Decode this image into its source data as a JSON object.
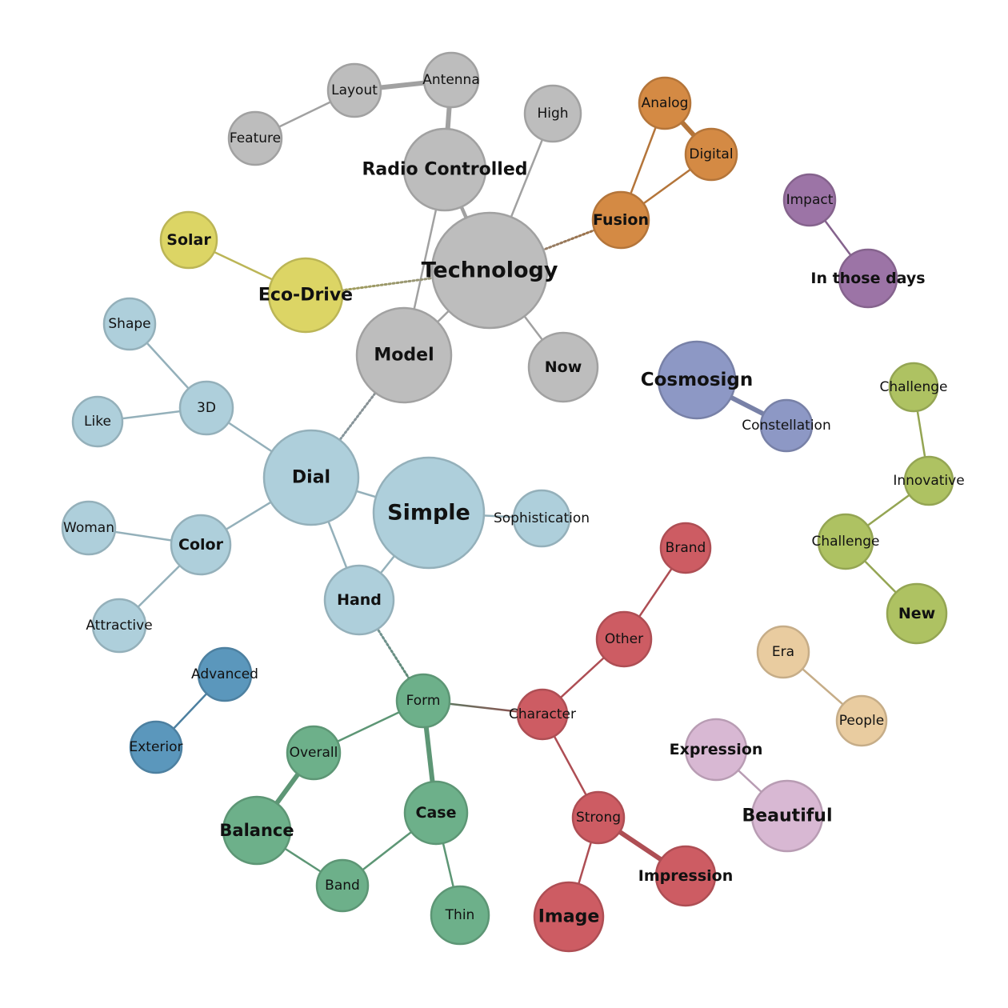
{
  "title": "",
  "colors": {
    "Technology": "#bdbdbd",
    "Dial": "#aecfdb",
    "Form": "#6db08a",
    "Character": "#cd5c63",
    "Fusion": "#d48a44",
    "Eco-Drive": "#dcd565",
    "Impact": "#9c74a6",
    "Cosmosign": "#8d98c5",
    "Innovative": "#aec262",
    "Advanced": "#5b97bc",
    "Era": "#e9cca0",
    "Beautiful": "#d8b8d3"
  },
  "network": {
    "nodes": [
      {
        "id": "technology",
        "label": "Technology",
        "group": "Technology",
        "level": "xl"
      },
      {
        "id": "radio",
        "label": "Radio Controlled",
        "group": "Technology",
        "level": "l"
      },
      {
        "id": "model",
        "label": "Model",
        "group": "Technology",
        "level": "l"
      },
      {
        "id": "now",
        "label": "Now",
        "group": "Technology",
        "level": "m"
      },
      {
        "id": "high",
        "label": "High",
        "group": "Technology",
        "level": "s"
      },
      {
        "id": "antenna",
        "label": "Antenna",
        "group": "Technology",
        "level": "s"
      },
      {
        "id": "layout",
        "label": "Layout",
        "group": "Technology",
        "level": "s"
      },
      {
        "id": "feature",
        "label": "Feature",
        "group": "Technology",
        "level": "s"
      },
      {
        "id": "fusion",
        "label": "Fusion",
        "group": "Fusion",
        "level": "m"
      },
      {
        "id": "analog",
        "label": "Analog",
        "group": "Fusion",
        "level": "s"
      },
      {
        "id": "digital",
        "label": "Digital",
        "group": "Fusion",
        "level": "s"
      },
      {
        "id": "ecodrive",
        "label": "Eco-Drive",
        "group": "Eco-Drive",
        "level": "l"
      },
      {
        "id": "solar",
        "label": "Solar",
        "group": "Eco-Drive",
        "level": "m"
      },
      {
        "id": "impact",
        "label": "Impact",
        "group": "Impact",
        "level": "s"
      },
      {
        "id": "inthosedays",
        "label": "In those days",
        "group": "Impact",
        "level": "m"
      },
      {
        "id": "cosmosign",
        "label": "Cosmosign",
        "group": "Cosmosign",
        "level": "l"
      },
      {
        "id": "constellation",
        "label": "Constellation",
        "group": "Cosmosign",
        "level": "s"
      },
      {
        "id": "challenge1",
        "label": "Challenge",
        "group": "Innovative",
        "level": "s"
      },
      {
        "id": "innovative",
        "label": "Innovative",
        "group": "Innovative",
        "level": "s"
      },
      {
        "id": "challenge2",
        "label": "Challenge",
        "group": "Innovative",
        "level": "s"
      },
      {
        "id": "new",
        "label": "New",
        "group": "Innovative",
        "level": "m"
      },
      {
        "id": "dial",
        "label": "Dial",
        "group": "Dial",
        "level": "l"
      },
      {
        "id": "simple",
        "label": "Simple",
        "group": "Dial",
        "level": "xl"
      },
      {
        "id": "sophistication",
        "label": "Sophistication",
        "group": "Dial",
        "level": "s"
      },
      {
        "id": "shape",
        "label": "Shape",
        "group": "Dial",
        "level": "s"
      },
      {
        "id": "threed",
        "label": "3D",
        "group": "Dial",
        "level": "s"
      },
      {
        "id": "like",
        "label": "Like",
        "group": "Dial",
        "level": "s"
      },
      {
        "id": "woman",
        "label": "Woman",
        "group": "Dial",
        "level": "s"
      },
      {
        "id": "color",
        "label": "Color",
        "group": "Dial",
        "level": "m"
      },
      {
        "id": "attractive",
        "label": "Attractive",
        "group": "Dial",
        "level": "s"
      },
      {
        "id": "hand",
        "label": "Hand",
        "group": "Dial",
        "level": "m"
      },
      {
        "id": "advanced",
        "label": "Advanced",
        "group": "Advanced",
        "level": "s"
      },
      {
        "id": "exterior",
        "label": "Exterior",
        "group": "Advanced",
        "level": "s"
      },
      {
        "id": "form",
        "label": "Form",
        "group": "Form",
        "level": "s"
      },
      {
        "id": "overall",
        "label": "Overall",
        "group": "Form",
        "level": "s"
      },
      {
        "id": "balance",
        "label": "Balance",
        "group": "Form",
        "level": "l"
      },
      {
        "id": "case",
        "label": "Case",
        "group": "Form",
        "level": "m"
      },
      {
        "id": "band",
        "label": "Band",
        "group": "Form",
        "level": "s"
      },
      {
        "id": "thin",
        "label": "Thin",
        "group": "Form",
        "level": "s"
      },
      {
        "id": "character",
        "label": "Character",
        "group": "Character",
        "level": "s"
      },
      {
        "id": "other",
        "label": "Other",
        "group": "Character",
        "level": "s"
      },
      {
        "id": "brand",
        "label": "Brand",
        "group": "Character",
        "level": "s"
      },
      {
        "id": "strong",
        "label": "Strong",
        "group": "Character",
        "level": "s"
      },
      {
        "id": "image",
        "label": "Image",
        "group": "Character",
        "level": "l"
      },
      {
        "id": "impression",
        "label": "Impression",
        "group": "Character",
        "level": "m"
      },
      {
        "id": "era",
        "label": "Era",
        "group": "Era",
        "level": "s"
      },
      {
        "id": "people",
        "label": "People",
        "group": "Era",
        "level": "s"
      },
      {
        "id": "expression",
        "label": "Expression",
        "group": "Beautiful",
        "level": "m"
      },
      {
        "id": "beautiful",
        "label": "Beautiful",
        "group": "Beautiful",
        "level": "l"
      }
    ],
    "edges": [
      {
        "source": "layout",
        "target": "antenna",
        "weight": 3
      },
      {
        "source": "feature",
        "target": "layout",
        "weight": 1
      },
      {
        "source": "antenna",
        "target": "radio",
        "weight": 3
      },
      {
        "source": "radio",
        "target": "technology",
        "weight": 2
      },
      {
        "source": "radio",
        "target": "model",
        "weight": 1
      },
      {
        "source": "high",
        "target": "technology",
        "weight": 1
      },
      {
        "source": "technology",
        "target": "model",
        "weight": 1
      },
      {
        "source": "technology",
        "target": "now",
        "weight": 1
      },
      {
        "source": "technology",
        "target": "fusion",
        "weight": 1,
        "style": "dotted"
      },
      {
        "source": "technology",
        "target": "ecodrive",
        "weight": 1,
        "style": "dotted"
      },
      {
        "source": "analog",
        "target": "digital",
        "weight": 3
      },
      {
        "source": "analog",
        "target": "fusion",
        "weight": 1
      },
      {
        "source": "digital",
        "target": "fusion",
        "weight": 1
      },
      {
        "source": "solar",
        "target": "ecodrive",
        "weight": 1
      },
      {
        "source": "impact",
        "target": "inthosedays",
        "weight": 1
      },
      {
        "source": "cosmosign",
        "target": "constellation",
        "weight": 3
      },
      {
        "source": "challenge1",
        "target": "innovative",
        "weight": 1
      },
      {
        "source": "innovative",
        "target": "challenge2",
        "weight": 1
      },
      {
        "source": "challenge2",
        "target": "new",
        "weight": 1
      },
      {
        "source": "model",
        "target": "dial",
        "weight": 1,
        "style": "dotted"
      },
      {
        "source": "dial",
        "target": "threed",
        "weight": 1
      },
      {
        "source": "threed",
        "target": "shape",
        "weight": 1
      },
      {
        "source": "threed",
        "target": "like",
        "weight": 1
      },
      {
        "source": "dial",
        "target": "color",
        "weight": 1
      },
      {
        "source": "color",
        "target": "woman",
        "weight": 1
      },
      {
        "source": "color",
        "target": "attractive",
        "weight": 1
      },
      {
        "source": "dial",
        "target": "simple",
        "weight": 1
      },
      {
        "source": "dial",
        "target": "hand",
        "weight": 1
      },
      {
        "source": "simple",
        "target": "hand",
        "weight": 1
      },
      {
        "source": "simple",
        "target": "sophistication",
        "weight": 1
      },
      {
        "source": "hand",
        "target": "form",
        "weight": 1,
        "style": "dotted"
      },
      {
        "source": "advanced",
        "target": "exterior",
        "weight": 1
      },
      {
        "source": "form",
        "target": "overall",
        "weight": 1
      },
      {
        "source": "overall",
        "target": "balance",
        "weight": 3
      },
      {
        "source": "balance",
        "target": "band",
        "weight": 1
      },
      {
        "source": "band",
        "target": "case",
        "weight": 1
      },
      {
        "source": "form",
        "target": "case",
        "weight": 3
      },
      {
        "source": "case",
        "target": "thin",
        "weight": 1
      },
      {
        "source": "form",
        "target": "character",
        "weight": 1,
        "style": "gradient"
      },
      {
        "source": "character",
        "target": "other",
        "weight": 1
      },
      {
        "source": "other",
        "target": "brand",
        "weight": 1
      },
      {
        "source": "character",
        "target": "strong",
        "weight": 1
      },
      {
        "source": "strong",
        "target": "image",
        "weight": 1
      },
      {
        "source": "strong",
        "target": "impression",
        "weight": 3
      },
      {
        "source": "era",
        "target": "people",
        "weight": 1
      },
      {
        "source": "expression",
        "target": "beautiful",
        "weight": 1
      }
    ]
  }
}
